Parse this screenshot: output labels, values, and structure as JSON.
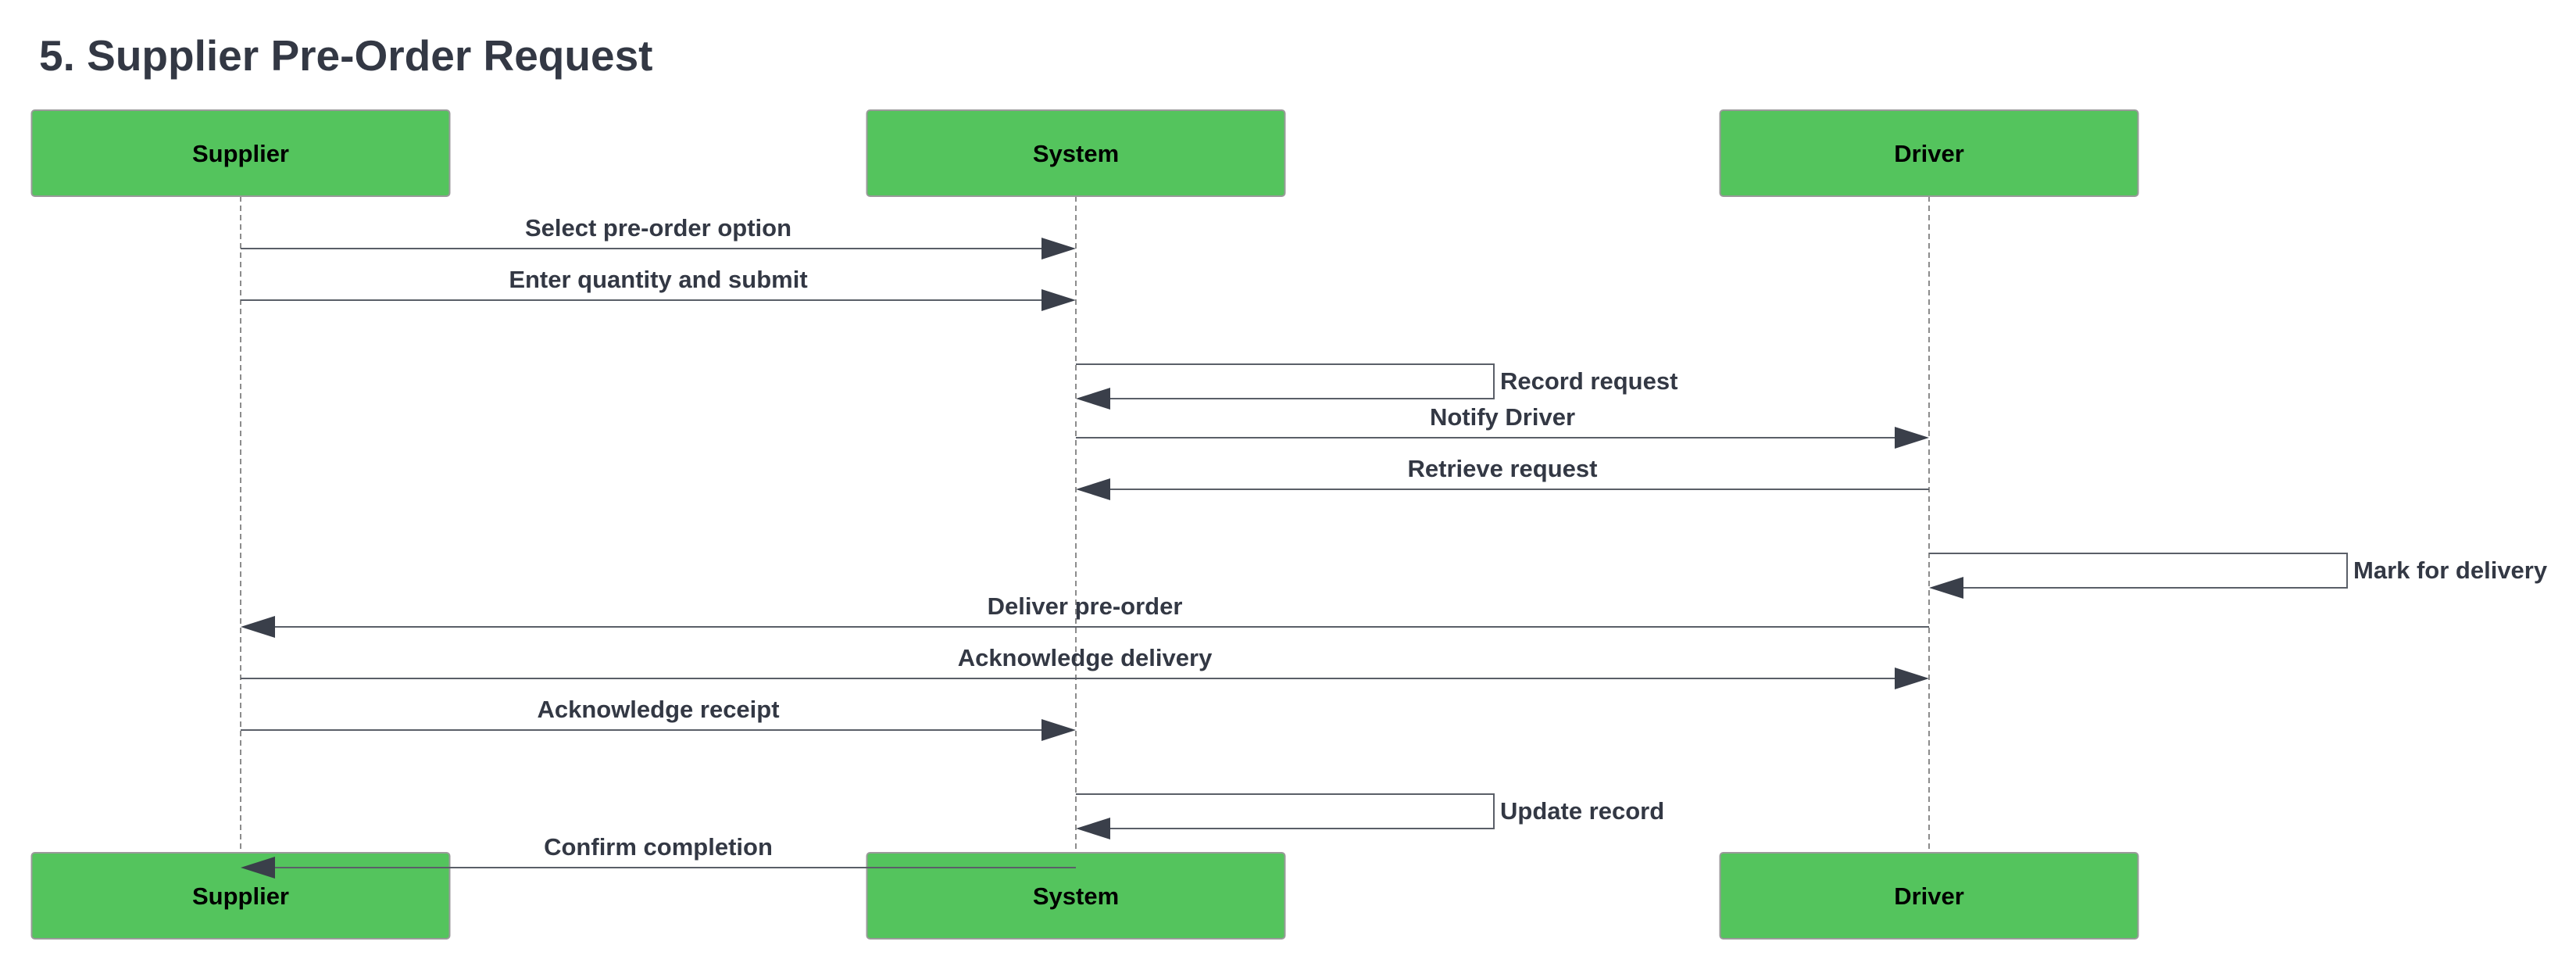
{
  "title": "5. Supplier Pre-Order Request",
  "colors": {
    "actor_fill": "#54c45d",
    "actor_border": "#9a9a9a",
    "message_line": "#5a5f68",
    "arrowhead": "#3a3f4a",
    "text": "#333844"
  },
  "participants": [
    {
      "id": "supplier",
      "label": "Supplier"
    },
    {
      "id": "system",
      "label": "System"
    },
    {
      "id": "driver",
      "label": "Driver"
    }
  ],
  "messages": [
    {
      "from": "supplier",
      "to": "system",
      "label": "Select pre-order option"
    },
    {
      "from": "supplier",
      "to": "system",
      "label": "Enter quantity and submit"
    },
    {
      "from": "system",
      "to": "system",
      "label": "Record request"
    },
    {
      "from": "system",
      "to": "driver",
      "label": "Notify Driver"
    },
    {
      "from": "driver",
      "to": "system",
      "label": "Retrieve request"
    },
    {
      "from": "driver",
      "to": "driver",
      "label": "Mark for delivery"
    },
    {
      "from": "driver",
      "to": "supplier",
      "label": "Deliver pre-order"
    },
    {
      "from": "supplier",
      "to": "driver",
      "label": "Acknowledge delivery"
    },
    {
      "from": "supplier",
      "to": "system",
      "label": "Acknowledge receipt"
    },
    {
      "from": "system",
      "to": "system",
      "label": "Update record"
    },
    {
      "from": "system",
      "to": "supplier",
      "label": "Confirm completion"
    }
  ]
}
